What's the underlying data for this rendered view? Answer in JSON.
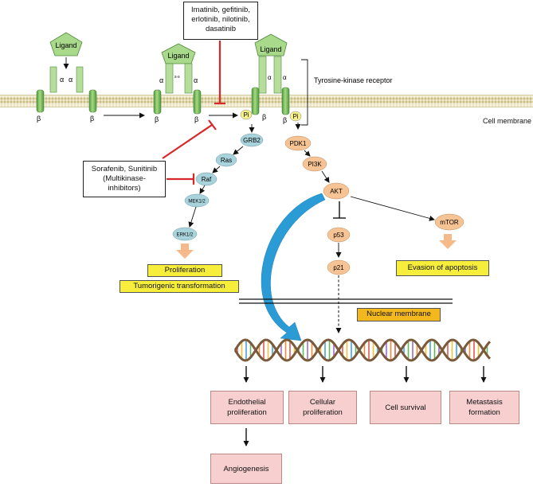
{
  "receptors": {
    "ligand": "Ligand",
    "alpha": "α",
    "beta": "β",
    "ss": "s-s",
    "pi": "Pi"
  },
  "labels": {
    "rtk": "Tyrosine-kinase receptor",
    "cell_membrane": "Cell membrane"
  },
  "drugs": {
    "tki": [
      "Imatinib, gefitinib,",
      "erlotinib, nilotinib,",
      "dasatinib"
    ],
    "multi": [
      "Sorafenib, Sunitinib",
      "(Multikinase-",
      "inhibitors)"
    ]
  },
  "mapk": {
    "grb2": "GRB2",
    "ras": "Ras",
    "raf": "Raf",
    "mek": "MEK1/2",
    "erk": "ERK1/2"
  },
  "pi3k": {
    "pdk1": "PDK1",
    "pi3k": "PI3K",
    "akt": "AKT",
    "p53": "p53",
    "p21": "p21",
    "mtor": "mTOR"
  },
  "outcomes": {
    "proliferation": "Proliferation",
    "tumorigenic": "Tumorigenic transformation",
    "evasion": "Evasion of apoptosis",
    "nuclear_membrane": "Nuclear membrane"
  },
  "effects": {
    "endothelial": [
      "Endothelial",
      "proliferation"
    ],
    "cellular": [
      "Cellular",
      "proliferation"
    ],
    "survival": "Cell survival",
    "metastasis": [
      "Metastasis",
      "formation"
    ],
    "angiogenesis": "Angiogenesis"
  },
  "colors": {
    "receptor_green": "#8cc46a",
    "receptor_dark": "#3f8a32",
    "ligand_green": "#a9d98a",
    "node_blue": "#a9d3dc",
    "node_orange": "#f6c394",
    "pi_yellow": "#f7f089",
    "inhibitor_red": "#d9262a",
    "arrow_blue": "#2b9bd6",
    "yellow_box": "#f6ee3a",
    "orange_box": "#f2b81d",
    "pink_box": "#f7cfcf"
  }
}
